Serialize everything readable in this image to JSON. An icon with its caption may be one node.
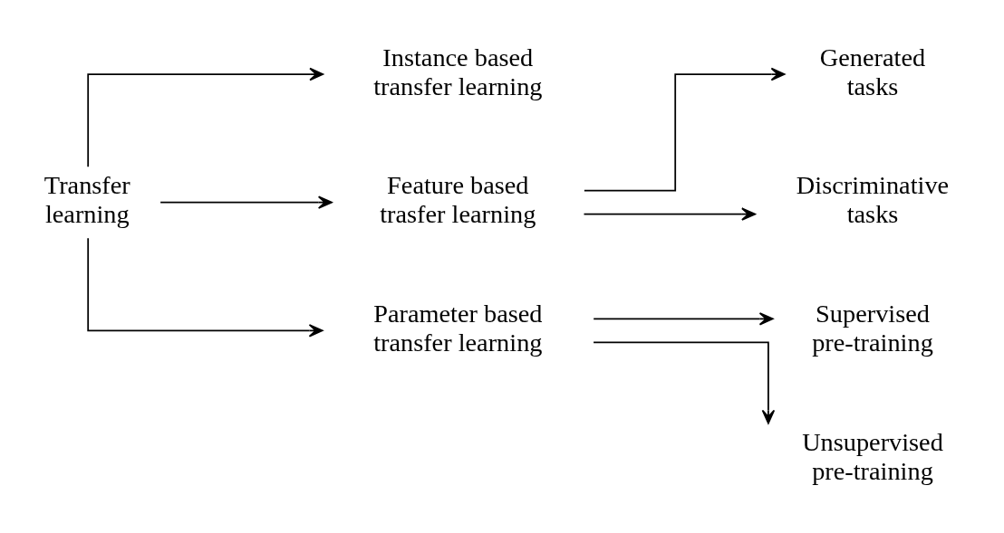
{
  "diagram": {
    "nodes": [
      {
        "text": [
          "Transfer learning"
        ]
      },
      {
        "text": [
          "Instance based transfer learning"
        ]
      },
      {
        "text": [
          "Feature based trasfer learning"
        ]
      },
      {
        "text": [
          "Parameter based transfer learning"
        ]
      },
      {
        "text": [
          "Generated tasks"
        ]
      },
      {
        "text": [
          "Discriminative tasks"
        ]
      },
      {
        "text": [
          "Supervised pre-training"
        ]
      },
      {
        "text": [
          "Unsupervised pre-training"
        ]
      }
    ],
    "edges": [
      {
        "from": 0,
        "to": 1,
        "arrow": "to"
      },
      {
        "from": 0,
        "to": 2,
        "arrow": "to"
      },
      {
        "from": 0,
        "to": 3,
        "arrow": "to"
      },
      {
        "from": 2,
        "to": 4,
        "arrow": "to"
      },
      {
        "from": 2,
        "to": 5,
        "arrow": "to"
      },
      {
        "from": 3,
        "to": 6,
        "arrow": "to"
      },
      {
        "from": 3,
        "to": 7,
        "arrow": "to"
      }
    ]
  }
}
